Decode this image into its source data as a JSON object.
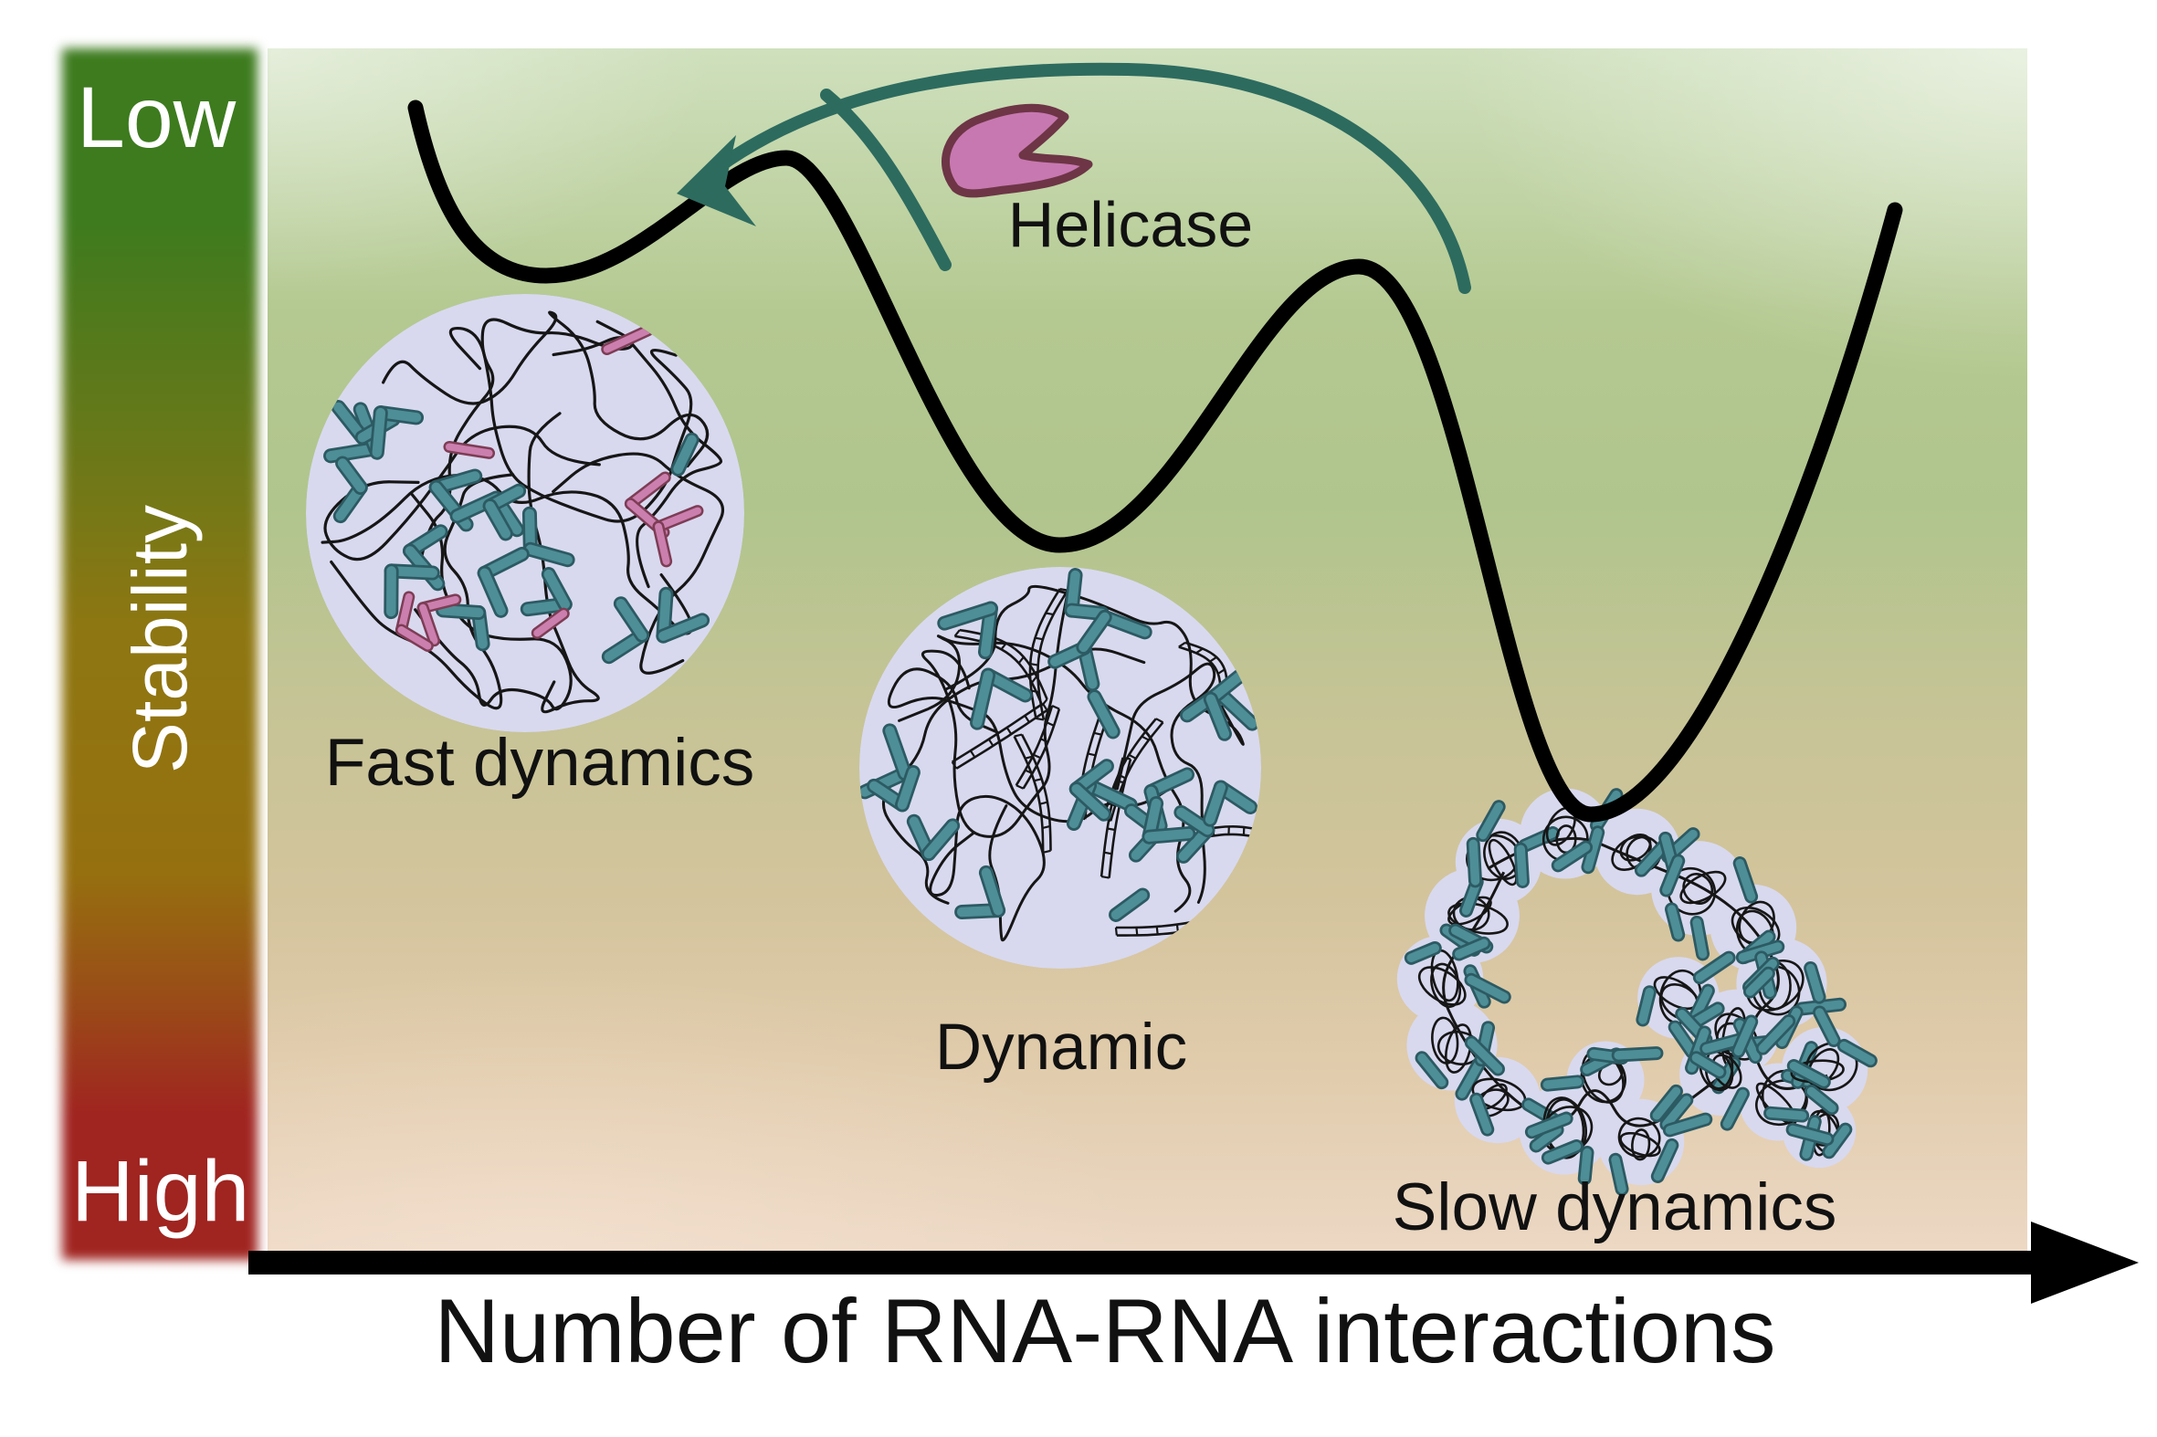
{
  "figure": {
    "y_axis": {
      "top_label": "Low",
      "label": "Stability",
      "bottom_label": "High"
    },
    "x_axis": {
      "label": "Number of RNA-RNA interactions"
    },
    "annotations": {
      "helicase_label": "Helicase"
    },
    "states": [
      {
        "label": "Fast dynamics"
      },
      {
        "label": "Dynamic"
      },
      {
        "label": "Slow dynamics"
      }
    ]
  },
  "colors": {
    "bar_green": "#3d7b1e",
    "bar_olive": "#8e7712",
    "bar_red": "#a02420",
    "panel_top_green": "#cfe0bd",
    "panel_mid_khaki": "#c6c496",
    "panel_bottom_salmon": "#ecd8c4",
    "curve_black": "#000000",
    "accent_teal": "#2d6b5f",
    "helicase_fill": "#c778b0",
    "helicase_outline": "#6d3546",
    "rna_rod_fill": "#4e8e96",
    "rna_rod_outline": "#2c5a63",
    "protein_pink_fill": "#cb7fae",
    "protein_pink_outline": "#7d3d55",
    "condensate_lavender": "#d8d9ef",
    "strand_black": "#161616",
    "label_white": "#ffffff",
    "label_black": "#111111"
  }
}
